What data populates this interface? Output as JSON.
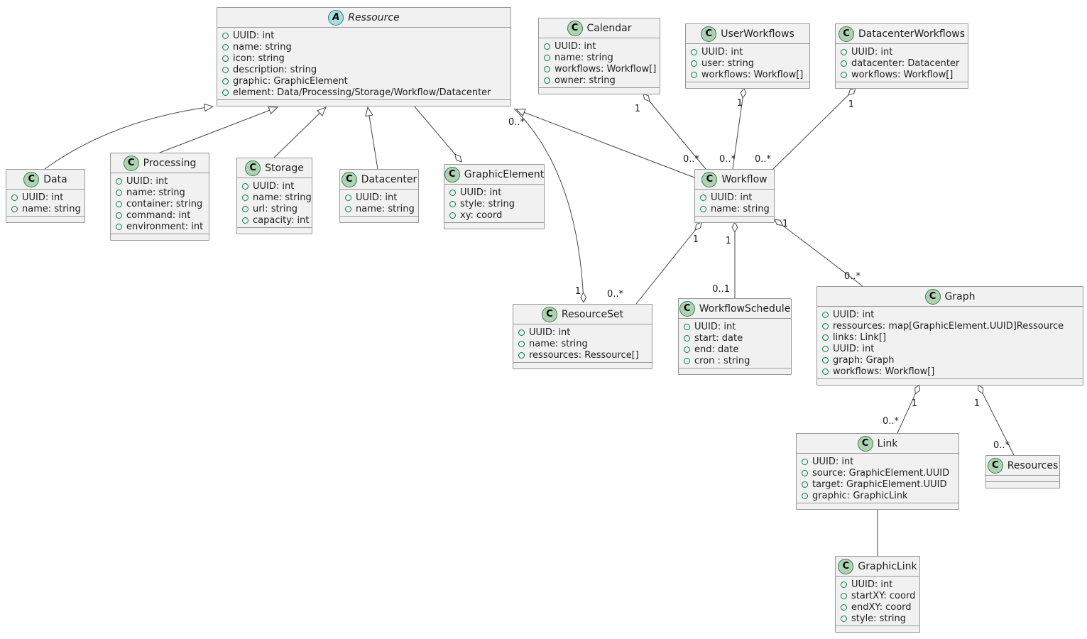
{
  "diagram_type": "uml-class-diagram",
  "colors": {
    "box_bg": "#F1F1F1",
    "box_border": "#989898",
    "edge": "#454545",
    "class_icon_bg": "#ADD1B2",
    "abstract_icon_bg": "#A9DCDF",
    "visibility_icon": "#038048"
  },
  "classes": {
    "ressource": {
      "icon_letter": "A",
      "name": "Ressource",
      "fields": [
        "UUID: int",
        "name: string",
        "icon: string",
        "description: string",
        "graphic: GraphicElement",
        "element: Data/Processing/Storage/Workflow/Datacenter"
      ]
    },
    "data": {
      "icon_letter": "C",
      "name": "Data",
      "fields": [
        "UUID: int",
        "name: string"
      ]
    },
    "processing": {
      "icon_letter": "C",
      "name": "Processing",
      "fields": [
        "UUID: int",
        "name: string",
        "container: string",
        "command: int",
        "environment: int"
      ]
    },
    "storage": {
      "icon_letter": "C",
      "name": "Storage",
      "fields": [
        "UUID: int",
        "name: string",
        "url: string",
        "capacity: int"
      ]
    },
    "datacenter": {
      "icon_letter": "C",
      "name": "Datacenter",
      "fields": [
        "UUID: int",
        "name: string"
      ]
    },
    "graphic_element": {
      "icon_letter": "C",
      "name": "GraphicElement",
      "fields": [
        "UUID: int",
        "style: string",
        "xy: coord"
      ]
    },
    "calendar": {
      "icon_letter": "C",
      "name": "Calendar",
      "fields": [
        "UUID: int",
        "name: string",
        "workflows: Workflow[]",
        "owner: string"
      ]
    },
    "user_workflows": {
      "icon_letter": "C",
      "name": "UserWorkflows",
      "fields": [
        "UUID: int",
        "user: string",
        "workflows: Workflow[]"
      ]
    },
    "datacenter_workflows": {
      "icon_letter": "C",
      "name": "DatacenterWorkflows",
      "fields": [
        "UUID: int",
        "datacenter: Datacenter",
        "workflows: Workflow[]"
      ]
    },
    "workflow": {
      "icon_letter": "C",
      "name": "Workflow",
      "fields": [
        "UUID: int",
        "name: string"
      ]
    },
    "resource_set": {
      "icon_letter": "C",
      "name": "ResourceSet",
      "fields": [
        "UUID: int",
        "name: string",
        "ressources: Ressource[]"
      ]
    },
    "workflow_schedule": {
      "icon_letter": "C",
      "name": "WorkflowSchedule",
      "fields": [
        "UUID: int",
        "start: date",
        "end: date",
        "cron : string"
      ]
    },
    "graph": {
      "icon_letter": "C",
      "name": "Graph",
      "fields": [
        "UUID: int",
        "ressources: map[GraphicElement.UUID]Ressource",
        "links: Link[]",
        "UUID: int",
        "graph: Graph",
        "workflows: Workflow[]"
      ]
    },
    "link": {
      "icon_letter": "C",
      "name": "Link",
      "fields": [
        "UUID: int",
        "source: GraphicElement.UUID",
        "target: GraphicElement.UUID",
        "graphic: GraphicLink"
      ]
    },
    "resources": {
      "icon_letter": "C",
      "name": "Resources",
      "fields": []
    },
    "graphic_link": {
      "icon_letter": "C",
      "name": "GraphicLink",
      "fields": [
        "UUID: int",
        "startXY: coord",
        "endXY: coord",
        "style: string"
      ]
    }
  },
  "edges": {
    "data_ressource": {
      "type": "extends",
      "from": "Data",
      "to": "Ressource"
    },
    "processing_ressource": {
      "type": "extends",
      "from": "Processing",
      "to": "Ressource"
    },
    "storage_ressource": {
      "type": "extends",
      "from": "Storage",
      "to": "Ressource"
    },
    "datacenter_ressource": {
      "type": "extends",
      "from": "Datacenter",
      "to": "Ressource"
    },
    "workflow_ressource": {
      "type": "extends",
      "from": "Workflow",
      "to": "Ressource"
    },
    "ressource_graphicelement": {
      "type": "aggregation",
      "from": "GraphicElement",
      "to": "Ressource"
    },
    "calendar_workflow": {
      "type": "aggregation",
      "from": "Calendar",
      "to": "Workflow",
      "from_label": "1",
      "to_label": "0..*"
    },
    "userworkflows_workflow": {
      "type": "aggregation",
      "from": "UserWorkflows",
      "to": "Workflow",
      "from_label": "1",
      "to_label": "0..*"
    },
    "datacenterworkflows_workflow": {
      "type": "aggregation",
      "from": "DatacenterWorkflows",
      "to": "Workflow",
      "from_label": "1",
      "to_label": "0..*"
    },
    "workflow_resourceset": {
      "type": "aggregation",
      "from": "Workflow",
      "to": "ResourceSet",
      "from_label": "1",
      "to_label": "0..*"
    },
    "workflow_schedule": {
      "type": "aggregation",
      "from": "Workflow",
      "to": "WorkflowSchedule",
      "from_label": "1",
      "to_label": "0..1"
    },
    "workflow_graph": {
      "type": "aggregation",
      "from": "Workflow",
      "to": "Graph",
      "from_label": "1",
      "to_label": "0..*"
    },
    "resourceset_ressource": {
      "type": "aggregation",
      "from": "ResourceSet",
      "to": "Ressource",
      "from_label": "1",
      "to_label": "0..*"
    },
    "graph_link": {
      "type": "aggregation",
      "from": "Graph",
      "to": "Link",
      "from_label": "1",
      "to_label": "0..*"
    },
    "graph_resources": {
      "type": "aggregation",
      "from": "Graph",
      "to": "Resources",
      "from_label": "1",
      "to_label": "0..*"
    },
    "link_graphiclink": {
      "type": "association",
      "from": "Link",
      "to": "GraphicLink"
    }
  }
}
